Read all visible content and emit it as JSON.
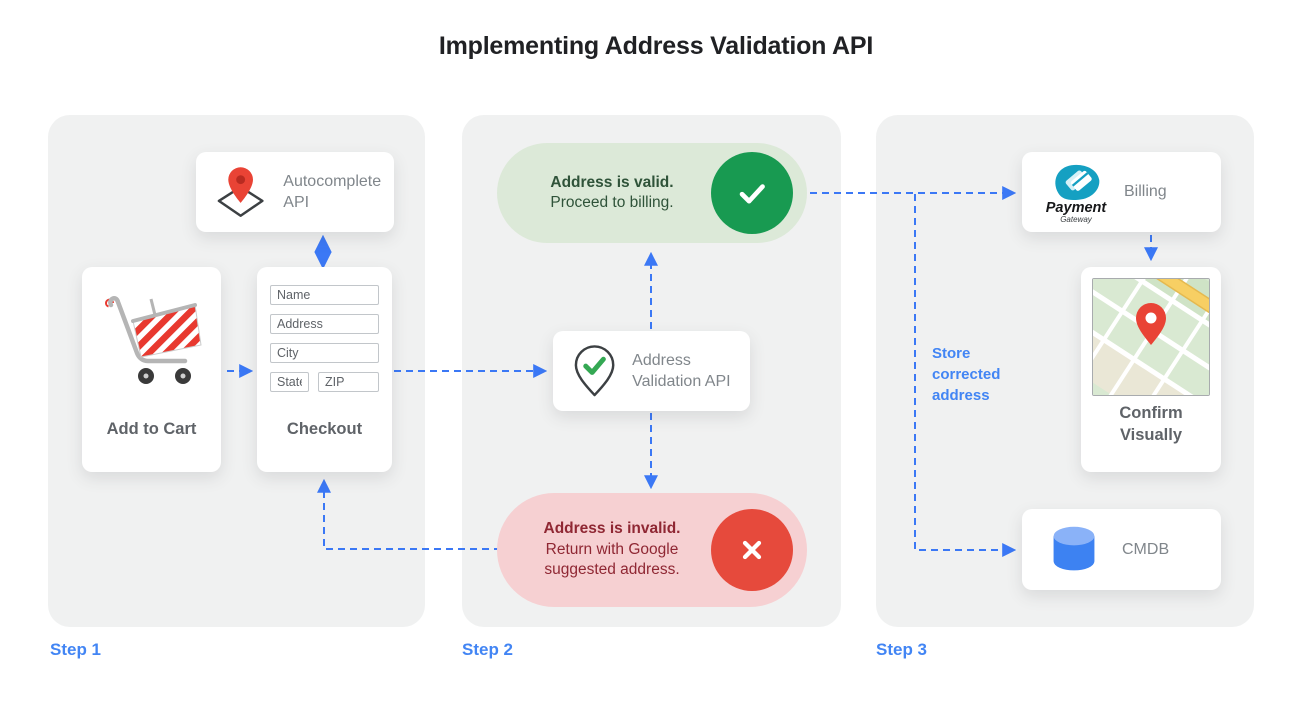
{
  "title": "Implementing Address Validation API",
  "colors": {
    "accent_blue": "#4285f4",
    "connector_blue": "#3b78f5",
    "valid_green_circle": "#189a51",
    "valid_pill_bg": "#dce9d8",
    "invalid_red_circle": "#e64a3c",
    "invalid_pill_bg": "#f6d0d2",
    "panel_bg": "#f0f1f1",
    "pin_red": "#e94335"
  },
  "steps": [
    {
      "label": "Step 1"
    },
    {
      "label": "Step 2"
    },
    {
      "label": "Step 3"
    }
  ],
  "panel1": {
    "autocomplete_card": {
      "icon": "map-pin-diamond-icon",
      "label": "Autocomplete API"
    },
    "add_to_cart_card": {
      "icon": "shopping-cart-icon",
      "label": "Add to Cart"
    },
    "checkout_card": {
      "label": "Checkout",
      "fields": [
        "Name",
        "Address",
        "City",
        "State",
        "ZIP"
      ]
    }
  },
  "panel2": {
    "valid_pill": {
      "icon": "check-icon",
      "title": "Address is valid.",
      "subtitle": "Proceed to billing."
    },
    "validation_card": {
      "icon": "pin-check-icon",
      "label": "Address Validation API"
    },
    "invalid_pill": {
      "icon": "x-icon",
      "title": "Address is invalid.",
      "subtitle": "Return with Google suggested address."
    }
  },
  "panel3": {
    "billing_card": {
      "icon": "payment-gateway-logo",
      "logo_title": "Payment",
      "logo_subtitle": "Gateway",
      "label": "Billing"
    },
    "confirm_card": {
      "icon": "map-thumbnail",
      "label": "Confirm Visually"
    },
    "cmdb_card": {
      "icon": "database-icon",
      "label": "CMDB"
    },
    "store_label": "Store corrected address"
  }
}
